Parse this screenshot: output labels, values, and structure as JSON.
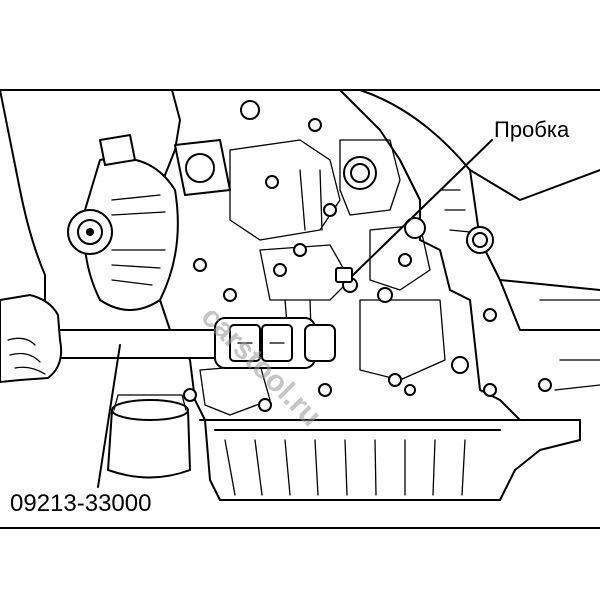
{
  "labels": {
    "plug": "Пробка",
    "tool_number": "09213-33000"
  },
  "watermark": "carstool.ru",
  "colors": {
    "line": "#000000",
    "background": "#ffffff",
    "watermark": "#969696"
  }
}
